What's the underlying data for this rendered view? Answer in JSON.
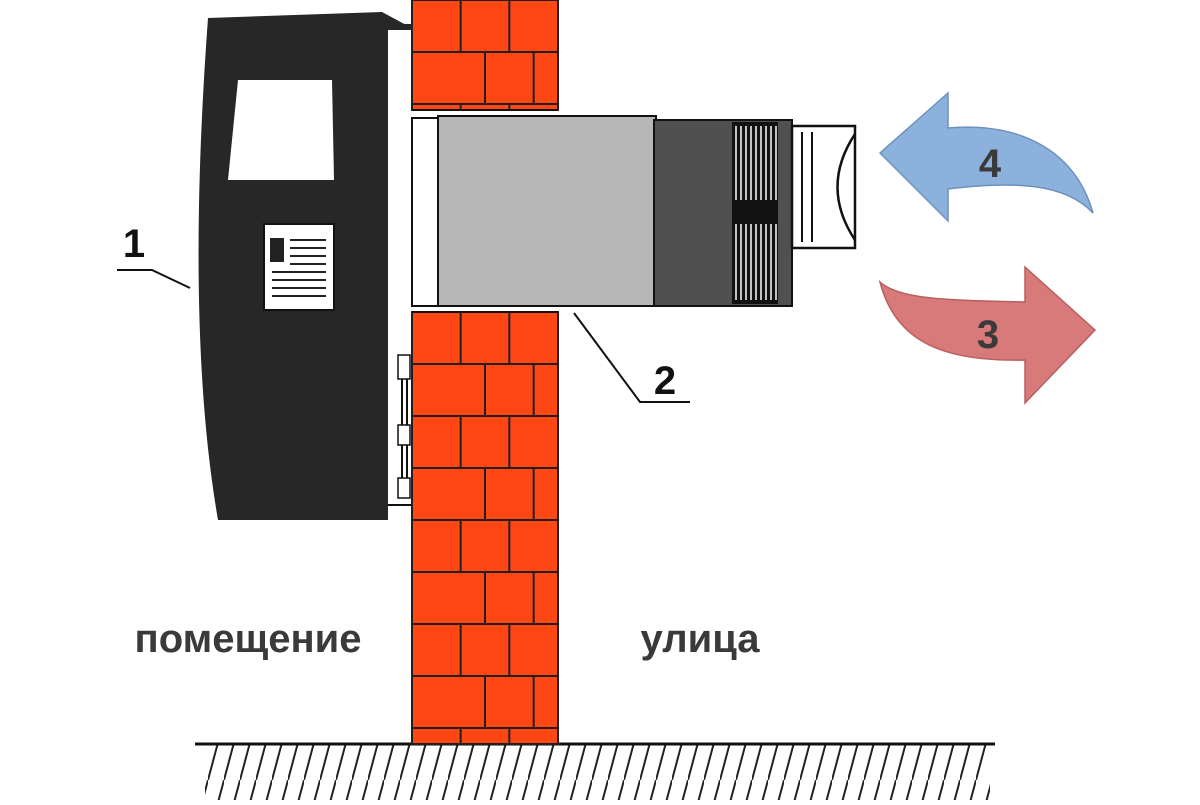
{
  "labels": {
    "unit": "1",
    "duct": "2",
    "exhaust": "3",
    "intake": "4"
  },
  "zones": {
    "indoor": "помещение",
    "outdoor": "улица"
  },
  "colors": {
    "brick": "#fe4714",
    "mortar": "#202020",
    "unit_body": "#272727",
    "duct": "#b7b7b7",
    "filter": "#505050",
    "intake_arrow": "#8cb1dc",
    "exhaust_arrow": "#d8797a",
    "label_text": "#3a3a3a"
  }
}
